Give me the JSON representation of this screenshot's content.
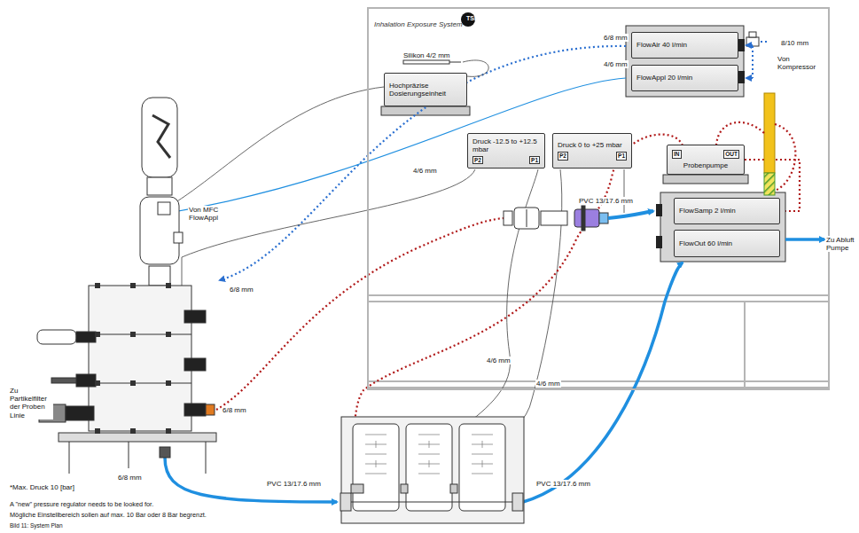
{
  "diagram": {
    "caption": "Bild 11: System Plan",
    "nodes": [
      {
        "text": [
          "Inhalation Exposure System"
        ]
      },
      {
        "text": [
          "Hochpräzise Dosierungseinheit"
        ],
        "in": 0
      },
      {
        "text": [
          "FlowAir 40 l/min"
        ],
        "in": 0
      },
      {
        "text": [
          "FlowAppl 20 l/min"
        ],
        "in": 0
      },
      {
        "text": [
          "Druck -12.5 to +12.5 mbar",
          "P2",
          "P1"
        ],
        "in": 0
      },
      {
        "text": [
          "Druck 0 to +25 mbar",
          "P2",
          "P1"
        ],
        "in": 0
      },
      {
        "text": [
          "Probenpumpe",
          "IN",
          "OUT"
        ],
        "in": 0
      },
      {
        "text": [
          "FlowSamp 2 l/min"
        ],
        "in": 0
      },
      {
        "text": [
          "FlowOut 60 l/min"
        ],
        "in": 0
      }
    ],
    "edges": [
      {
        "from": 6,
        "to": 7,
        "arrow": "none"
      }
    ],
    "labels": [
      "TSE",
      "Silikon 4/2 mm",
      "6/8 mm",
      "4/6 mm",
      "8/10 mm",
      "Von Kompressor",
      "4/6 mm",
      "PVC 13/17.6 mm",
      "Zu Abluft Pumpe",
      "Von MFC FlowAppl",
      "6/8 mm",
      "6/8 mm",
      "Zu Partikelfilter der Proben Linie",
      "6/8 mm",
      "4/6 mm",
      "4/6 mm",
      "PVC 13/17.6 mm",
      "PVC 13/17.6 mm",
      "*Max. Druck 10 [bar]",
      "A \"new\" pressure regulator needs to be looked for.",
      "Mögliche Einstellbereich sollen auf max. 10 Bar oder 8 Bar begrenzt."
    ]
  }
}
